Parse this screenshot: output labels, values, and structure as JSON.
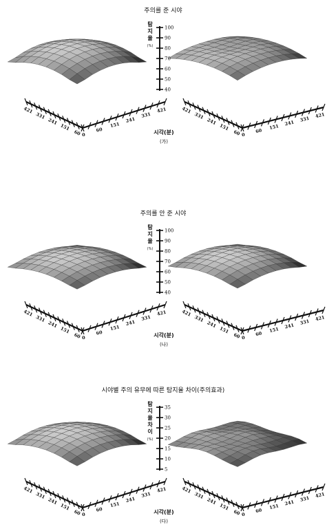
{
  "chart_data": [
    {
      "type": "surface",
      "title": "주의를 준 시야",
      "zlabel": "탐지율",
      "zunit": "(%)",
      "zticks": [
        "40",
        "50",
        "60",
        "70",
        "80",
        "90",
        "100"
      ],
      "zlim": [
        40,
        100
      ],
      "xlabel": "시각(분)",
      "axis_ticks": [
        "421",
        "331",
        "241",
        "151",
        "60",
        "0",
        "60",
        "151",
        "241",
        "331",
        "421"
      ],
      "panel_label": "(가)",
      "surfaces": [
        {
          "kind": "dome",
          "peak": 90,
          "edge": 55
        },
        {
          "kind": "saddle",
          "peak": 88,
          "edge": 60
        }
      ]
    },
    {
      "type": "surface",
      "title": "주의를 안 준 시야",
      "zlabel": "탐지율",
      "zunit": "(%)",
      "zticks": [
        "40",
        "50",
        "60",
        "70",
        "80",
        "90",
        "100"
      ],
      "zlim": [
        40,
        100
      ],
      "xlabel": "시각(분)",
      "axis_ticks": [
        "421",
        "331",
        "241",
        "151",
        "60",
        "0",
        "60",
        "151",
        "241",
        "331",
        "421"
      ],
      "panel_label": "(나)",
      "surfaces": [
        {
          "kind": "dome",
          "peak": 75,
          "edge": 50
        },
        {
          "kind": "dome",
          "peak": 78,
          "edge": 52
        }
      ]
    },
    {
      "type": "surface",
      "title": "시야별 주의 유무에 따른 탐지율 차이(주의효과)",
      "zlabel": "탐지율 차이",
      "zunit": "(%)",
      "zticks": [
        "5",
        "10",
        "15",
        "20",
        "25",
        "30",
        "35"
      ],
      "zlim": [
        5,
        35
      ],
      "xlabel": "시각(분)",
      "axis_ticks": [
        "421",
        "331",
        "241",
        "151",
        "60",
        "0",
        "60",
        "151",
        "241",
        "331",
        "421"
      ],
      "panel_label": "(다)",
      "surfaces": [
        {
          "kind": "dome",
          "peak": 25,
          "edge": 10
        },
        {
          "kind": "wavy",
          "peak": 22,
          "edge": 10
        }
      ]
    }
  ],
  "colors": {
    "ink": "#111111",
    "surface_light": "#e4e4e4",
    "surface_dark": "#2a2a2a"
  }
}
